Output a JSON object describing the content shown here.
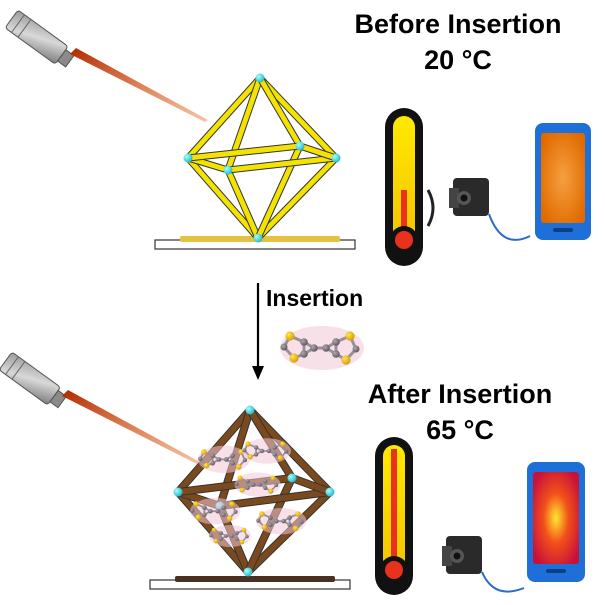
{
  "before": {
    "title": "Before Insertion",
    "temperature": "20 °C",
    "framework_color": "#f4e300",
    "phone_display_color": "#f07a10"
  },
  "after": {
    "title": "After Insertion",
    "temperature": "65 °C",
    "framework_color": "#7a4a1e",
    "phone_display_color": "#e0202a"
  },
  "arrow": {
    "label": "Insertion"
  },
  "icons": [
    "laser-pointer-icon",
    "thermometer-icon",
    "thermal-camera-icon",
    "smartphone-icon",
    "guest-molecule-icon",
    "octahedral-framework-icon"
  ]
}
